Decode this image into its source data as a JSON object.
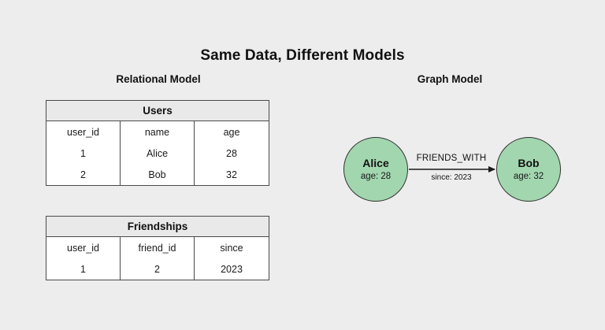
{
  "title": "Same Data, Different Models",
  "sections": {
    "relational": {
      "heading": "Relational Model"
    },
    "graph": {
      "heading": "Graph Model"
    }
  },
  "tables": [
    {
      "name": "Users",
      "columns": [
        "user_id",
        "name",
        "age"
      ],
      "rows": [
        [
          "1",
          "Alice",
          "28"
        ],
        [
          "2",
          "Bob",
          "32"
        ]
      ]
    },
    {
      "name": "Friendships",
      "columns": [
        "user_id",
        "friend_id",
        "since"
      ],
      "rows": [
        [
          "1",
          "2",
          "2023"
        ]
      ]
    }
  ],
  "graph": {
    "nodes": [
      {
        "label": "Alice",
        "property": "age: 28"
      },
      {
        "label": "Bob",
        "property": "age: 32"
      }
    ],
    "edge": {
      "type": "FRIENDS_WITH",
      "property": "since: 2023"
    }
  },
  "colors": {
    "background": "#ecedec",
    "node_fill": "#a2d6af",
    "node_stroke": "#333333",
    "table_border": "#4a4a4a",
    "table_header_fill": "#e9e9e9",
    "text": "#111111"
  }
}
